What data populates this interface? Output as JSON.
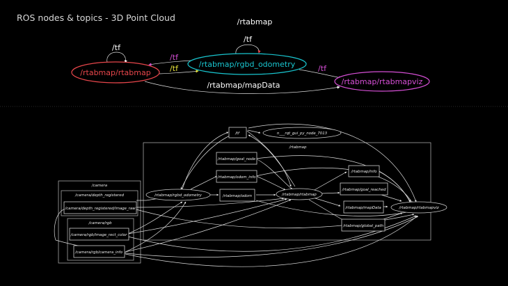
{
  "title": "ROS nodes & topics - 3D Point Cloud",
  "top_graph": {
    "namespace_label": "/rtabmap",
    "colors": {
      "rtabmap": "#e8464b",
      "rgbd_odometry": "#19c6d0",
      "rtabmapviz": "#d64fd6",
      "tf_magenta": "#d64fd6",
      "tf_yellow": "#e8e43a",
      "tf_red_loop": "#e8464b",
      "white": "#ffffff"
    },
    "nodes": {
      "rtabmap": "/rtabmap/rtabmap",
      "rgbd_odometry": "/rtabmap/rgbd_odometry",
      "rtabmapviz": "/rtabmap/rtabmapviz"
    },
    "edges": {
      "rtabmap_self": "/tf",
      "odom_self": "/tf",
      "odom_to_rtabmap": "/tf",
      "rtabmap_to_odom": "/tf",
      "odom_to_viz": "/tf",
      "rtabmap_to_viz": "/rtabmap/mapData"
    }
  },
  "bottom_graph": {
    "clusters": {
      "camera": "/camera",
      "depth_registered": "/camera/depth_registered",
      "rgb": "/camera/rgb",
      "rtabmap": "/rtabmap"
    },
    "topics": {
      "tf": "/tf",
      "image_raw": "/camera/depth_registered/image_raw",
      "image_rect_color": "/camera/rgb/image_rect_color",
      "camera_info": "/camera/rgb/camera_info",
      "goal_node": "/rtabmap/goal_node",
      "odom_info": "/rtabmap/odom_info",
      "odom": "/rtabmap/odom",
      "info": "/rtabmap/info",
      "goal_reached": "/rtabmap/goal_reached",
      "mapData": "/rtabmap/mapData",
      "global_path": "/rtabmap/global_path"
    },
    "nodes": {
      "rqt": "n___rqt_gui_py_node_7013",
      "rgbd_odometry": "/rtabmap/rgbd_odometry",
      "rtabmap": "/rtabmap/rtabmap",
      "rtabmapviz": "/rtabmap/rtabmapviz"
    }
  }
}
